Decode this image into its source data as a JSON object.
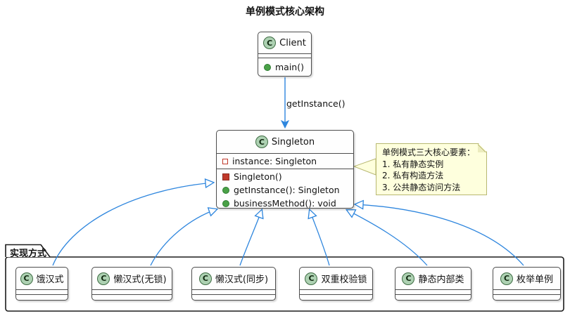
{
  "title": "单例模式核心架构",
  "class_icon_letter": "C",
  "client": {
    "name": "Client",
    "methods": [
      {
        "label": "main()",
        "visibility": "public"
      }
    ]
  },
  "client_singleton_edge": {
    "label": "getInstance()"
  },
  "singleton": {
    "name": "Singleton",
    "fields": [
      {
        "label": "instance: Singleton",
        "visibility": "private"
      }
    ],
    "methods": [
      {
        "label": "Singleton()",
        "visibility": "private"
      },
      {
        "label": "getInstance(): Singleton",
        "visibility": "public"
      },
      {
        "label": "businessMethod(): void",
        "visibility": "public"
      }
    ]
  },
  "note": {
    "lines": [
      "单例模式三大核心要素：",
      "1. 私有静态实例",
      "2. 私有构造方法",
      "3. 公共静态访问方法"
    ]
  },
  "package": {
    "label": "实现方式",
    "classes": [
      {
        "name": "饿汉式"
      },
      {
        "name": "懒汉式(无锁)"
      },
      {
        "name": "懒汉式(同步)"
      },
      {
        "name": "双重校验锁"
      },
      {
        "name": "静态内部类"
      },
      {
        "name": "枚举单例"
      }
    ]
  },
  "colors": {
    "arrow_blue": "#2E86DE",
    "note_background": "#FEFFDD",
    "note_border": "#B8B872",
    "class_icon_background": "#ADD1B2",
    "private_member_red": "#C0392B",
    "public_member_green": "#4AA147"
  }
}
